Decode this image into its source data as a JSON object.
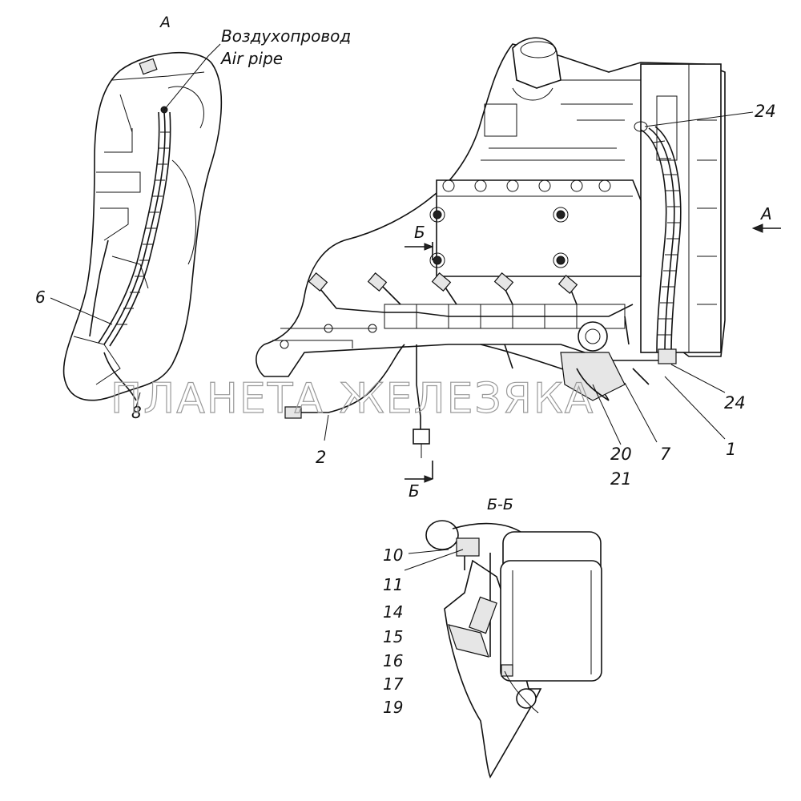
{
  "view_a": {
    "title": "А",
    "callout_ru": "Воздухопровод",
    "callout_en": "Air pipe",
    "parts": [
      "6",
      "8"
    ]
  },
  "main": {
    "view_arrow": "А",
    "section_mark_top": "Б",
    "section_mark_bottom": "Б",
    "parts": [
      "24",
      "24",
      "2",
      "20",
      "21",
      "7",
      "1"
    ]
  },
  "section_bb": {
    "title": "Б-Б",
    "parts": [
      "10",
      "11",
      "14",
      "15",
      "16",
      "17",
      "19"
    ]
  },
  "watermark": "ПЛАНЕТА ЖЕЛЕЗЯКА",
  "colors": {
    "ink": "#111111",
    "watermark": "#9a9a9a",
    "background": "#ffffff"
  }
}
